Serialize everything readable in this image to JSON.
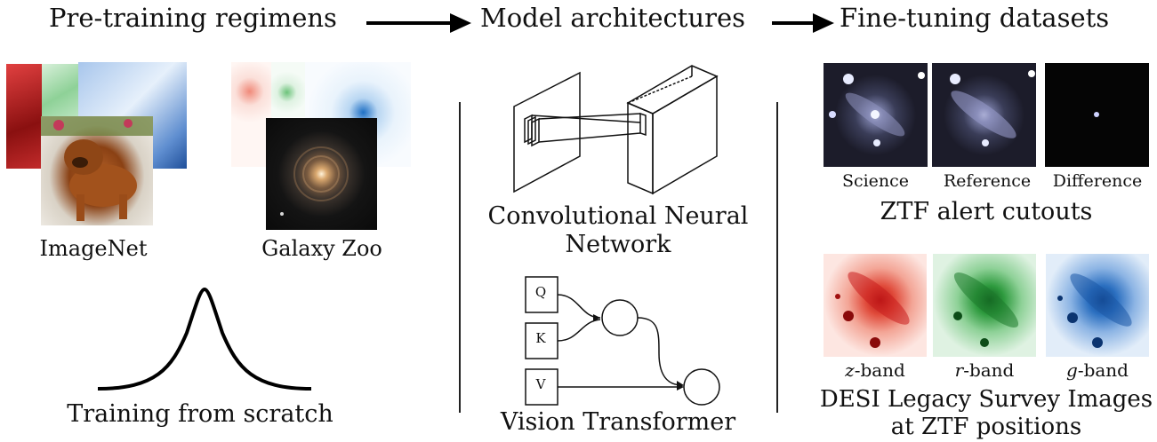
{
  "header": {
    "step1": "Pre-training regimens",
    "step2": "Model architectures",
    "step3": "Fine-tuning datasets"
  },
  "pretraining": {
    "imagenet_label": "ImageNet",
    "galaxyzoo_label": "Galaxy Zoo",
    "scratch_label": "Training from scratch"
  },
  "architectures": {
    "cnn_label_line1": "Convolutional Neural",
    "cnn_label_line2": "Network",
    "vit_label": "Vision Transformer",
    "vit_nodes": [
      "Q",
      "K",
      "V"
    ]
  },
  "finetuning": {
    "ztf_cutouts": [
      "Science",
      "Reference",
      "Difference"
    ],
    "ztf_title": "ZTF alert cutouts",
    "desi_bands": [
      {
        "letter": "z",
        "suffix": "-band"
      },
      {
        "letter": "r",
        "suffix": "-band"
      },
      {
        "letter": "g",
        "suffix": "-band"
      }
    ],
    "desi_title_line1": "DESI Legacy Survey Images",
    "desi_title_line2": "at ZTF positions"
  },
  "colors": {
    "red_channel": "#c81e1e",
    "green_channel": "#2e9a3e",
    "blue_channel": "#2b6fc0",
    "ztf_background": "#1c1c2a"
  }
}
